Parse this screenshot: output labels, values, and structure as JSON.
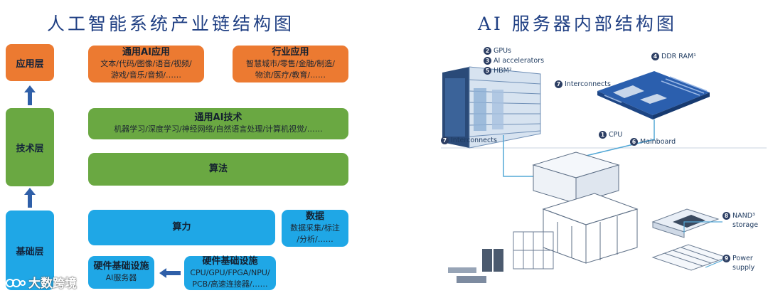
{
  "left": {
    "title": "人工智能系统产业链结构图",
    "layers": {
      "application": "应用层",
      "technology": "技术层",
      "foundation": "基础层"
    },
    "boxes": {
      "general_ai_app": {
        "title": "通用AI应用",
        "text": "文本/代码/图像/语音/视频/\n游戏/音乐/音频/……"
      },
      "industry_app": {
        "title": "行业应用",
        "text": "智慧城市/零售/金融/制造/\n物流/医疗/教育/……"
      },
      "general_ai_tech": {
        "title": "通用AI技术",
        "text": "机器学习/深度学习/神经网络/自然语言处理/计算机视觉/……"
      },
      "algorithm": {
        "title": "算法"
      },
      "compute": {
        "title": "算力"
      },
      "data": {
        "title": "数据",
        "text": "数据采集/标注\n/分析/……"
      },
      "hw_infra_left": {
        "title": "硬件基础设施",
        "text": "AI服务器"
      },
      "hw_infra_right": {
        "title": "硬件基础设施",
        "text": "CPU/GPU/FPGA/NPU/\nPCB/高速连接器/……"
      }
    }
  },
  "right": {
    "title": "AI 服务器内部结构图",
    "callouts": {
      "gpus": {
        "n": "2",
        "label": "GPUs"
      },
      "ai_accel": {
        "n": "3",
        "label": "AI accelerators"
      },
      "hbm": {
        "n": "5",
        "label": "HBM²"
      },
      "ddr": {
        "n": "4",
        "label": "DDR RAM¹"
      },
      "interconnects_top": {
        "n": "7",
        "label": "Interconnects"
      },
      "interconnects_left": {
        "n": "7",
        "label": "Interconnects"
      },
      "cpu": {
        "n": "1",
        "label": "CPU"
      },
      "mainboard": {
        "n": "6",
        "label": "Mainboard"
      },
      "nand_1": {
        "n": "8",
        "label": "NAND³"
      },
      "nand_2": {
        "label": "storage"
      },
      "power_1": {
        "n": "9",
        "label": "Power"
      },
      "power_2": {
        "label": "supply"
      }
    }
  },
  "watermark": {
    "text": "大数跨境",
    "icon": "logo-icon"
  },
  "colors": {
    "orange": "#ec7a31",
    "green": "#6aa842",
    "blue": "#1fa7e6",
    "title": "#1f3f83",
    "arrow": "#2f5fa8"
  }
}
